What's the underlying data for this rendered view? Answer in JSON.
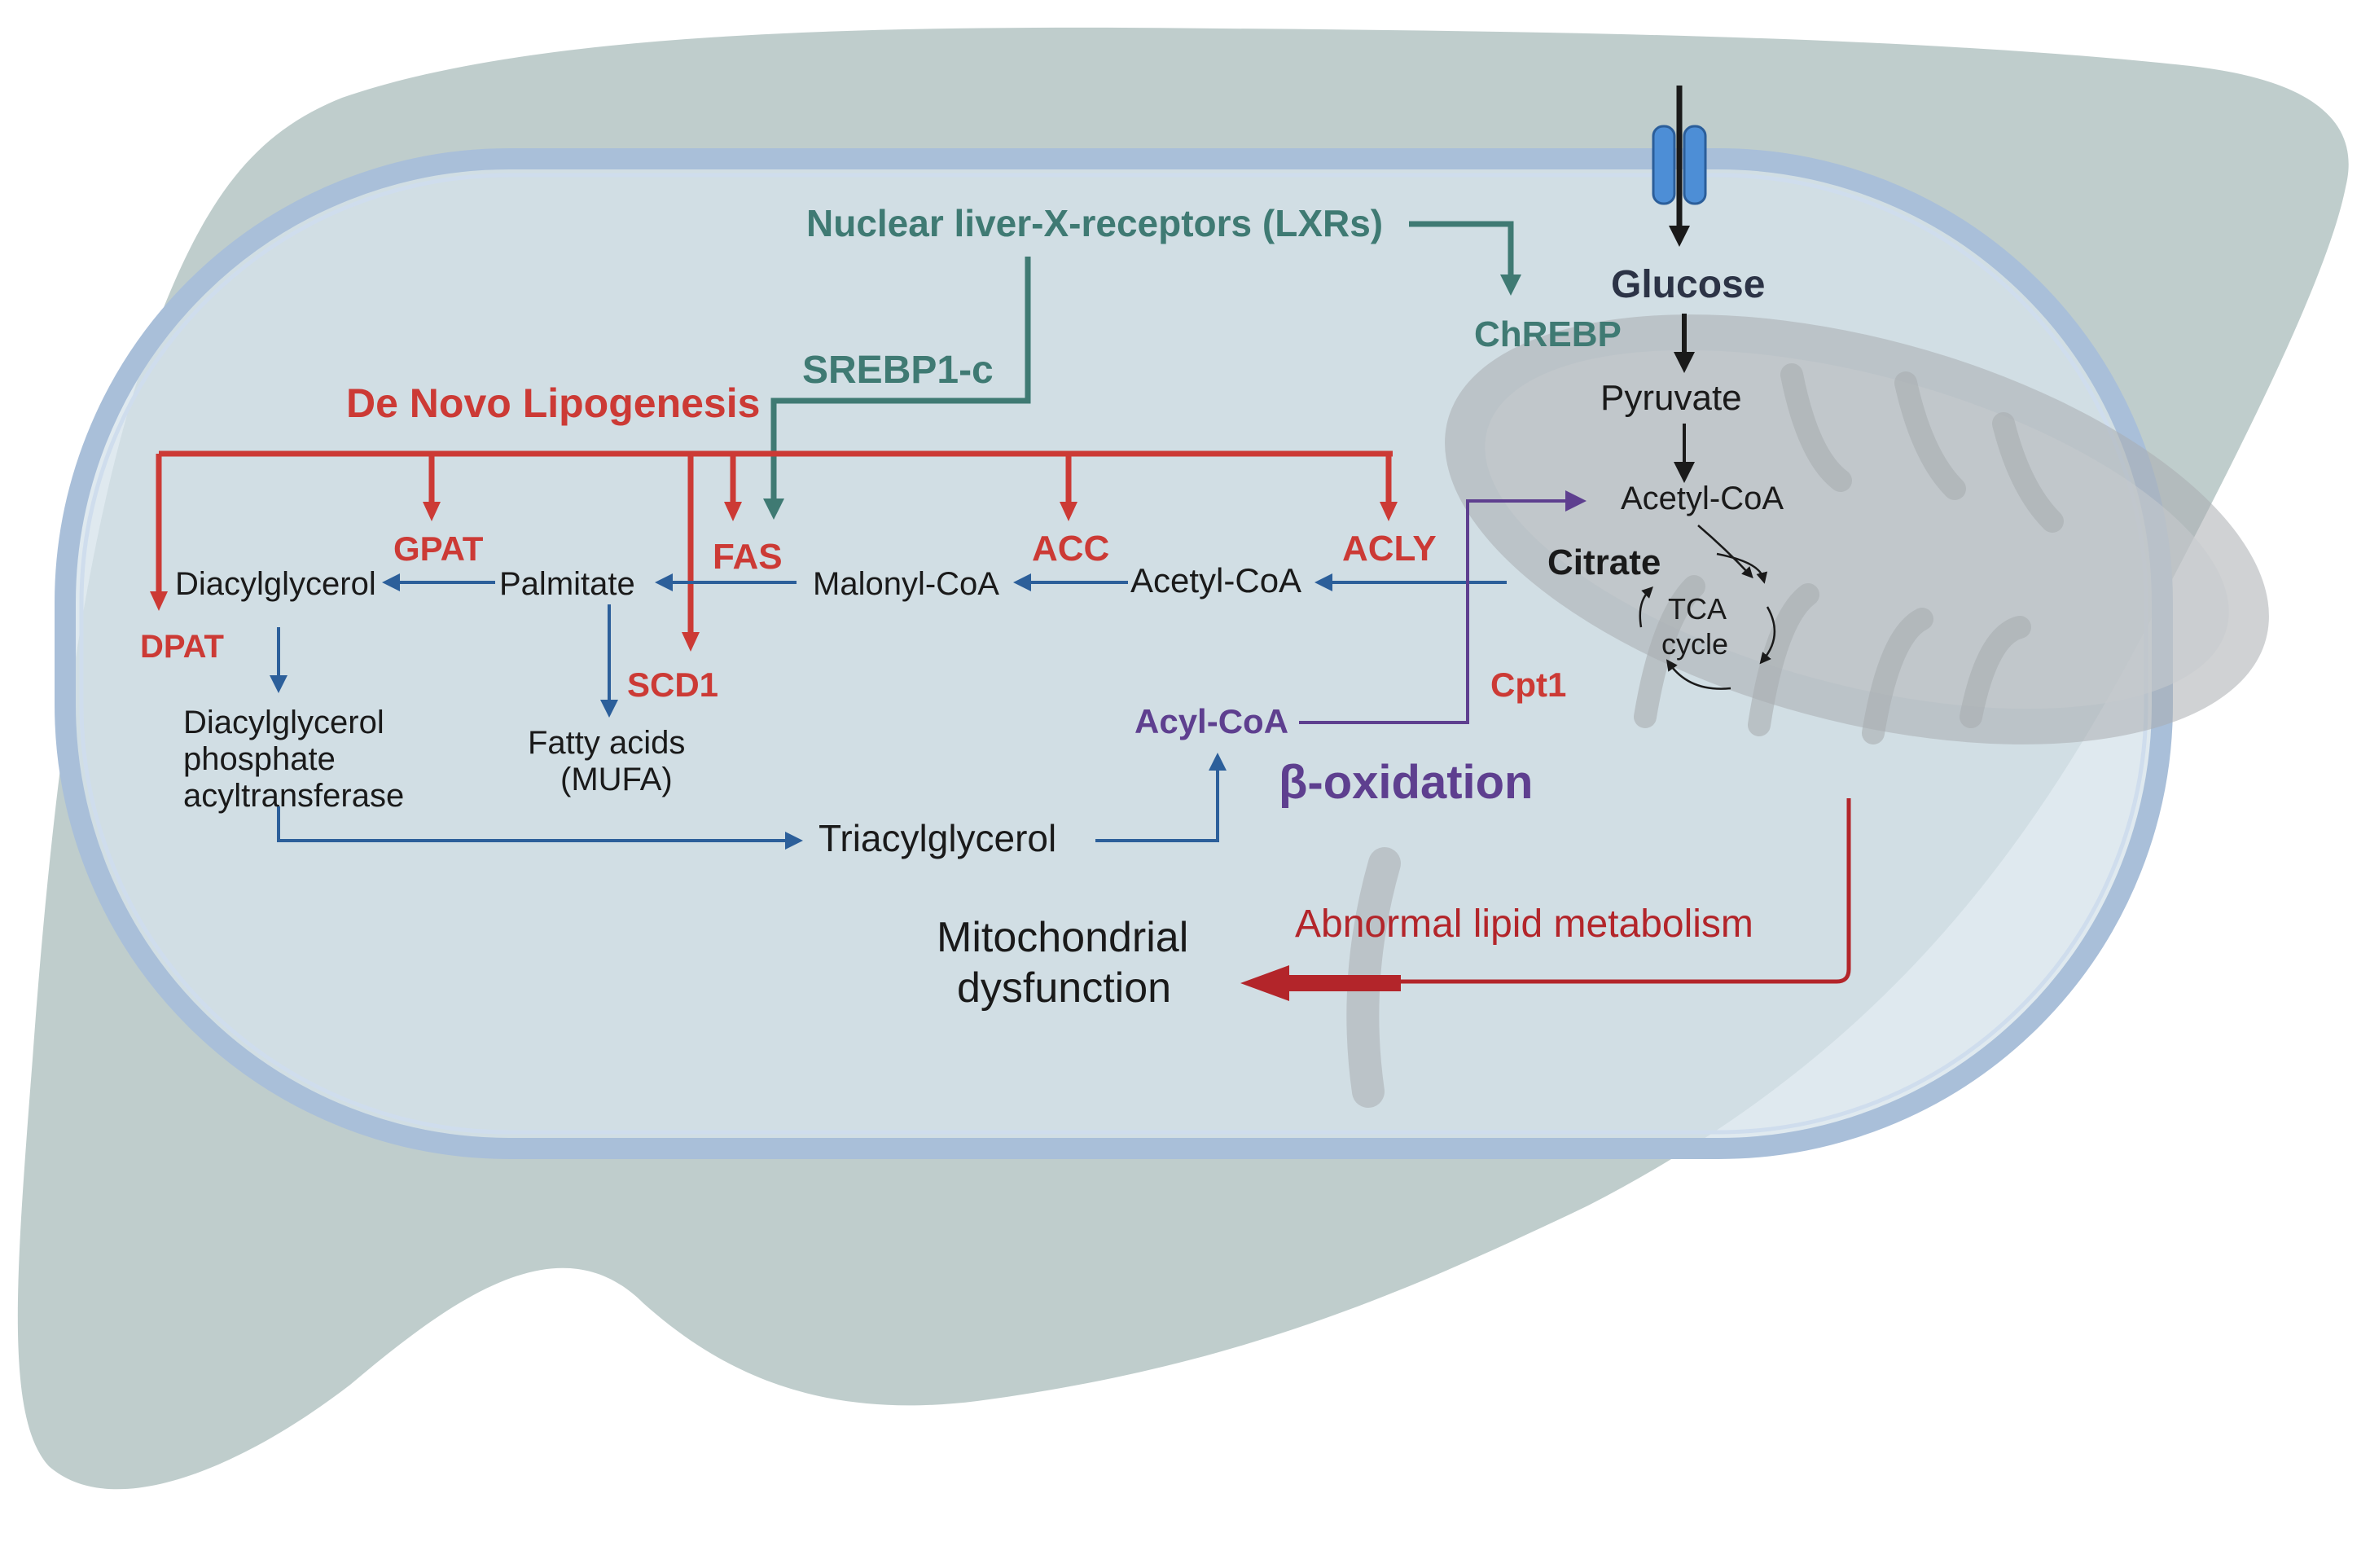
{
  "colors": {
    "liver": "#bfcdcc",
    "cell_fill": "#d6e3ea",
    "membrane": "#a9bfd9",
    "membrane_inner": "#cfdded",
    "mito": "#a9adb0",
    "teal": "#3f7a73",
    "red": "#cc3a35",
    "dark_red": "#b3252a",
    "blue": "#2c5f9a",
    "purple": "#5e3f8f",
    "dark": "#2c3346",
    "black": "#1a1a1a",
    "channel": "#4d8ed6"
  },
  "labels": {
    "lxrs": "Nuclear liver-X-receptors (LXRs)",
    "chrebp": "ChREBP",
    "srebp": "SREBP1-c",
    "dnl": "De Novo Lipogenesis",
    "glucose": "Glucose",
    "pyruvate": "Pyruvate",
    "acetyl_coa_mito": "Acetyl-CoA",
    "citrate": "Citrate",
    "tca_line1": "TCA",
    "tca_line2": "cycle",
    "gpat": "GPAT",
    "fas": "FAS",
    "acc": "ACC",
    "acly": "ACLY",
    "dpat": "DPAT",
    "scd1": "SCD1",
    "cpt1": "Cpt1",
    "diacylglycerol": "Diacylglycerol",
    "palmitate": "Palmitate",
    "malonyl_coa": "Malonyl-CoA",
    "acetyl_coa": "Acetyl-CoA",
    "dgat_line1": "Diacylglycerol",
    "dgat_line2": "phosphate",
    "dgat_line3": "acyltransferase",
    "fatty_acids_line1": "Fatty acids",
    "fatty_acids_line2": "(MUFA)",
    "acyl_coa": "Acyl-CoA",
    "beta_oxidation": "β-oxidation",
    "triacylglycerol": "Triacylglycerol",
    "abnormal": "Abnormal lipid metabolism",
    "mito_dys_line1": "Mitochondrial",
    "mito_dys_line2": "dysfunction"
  }
}
